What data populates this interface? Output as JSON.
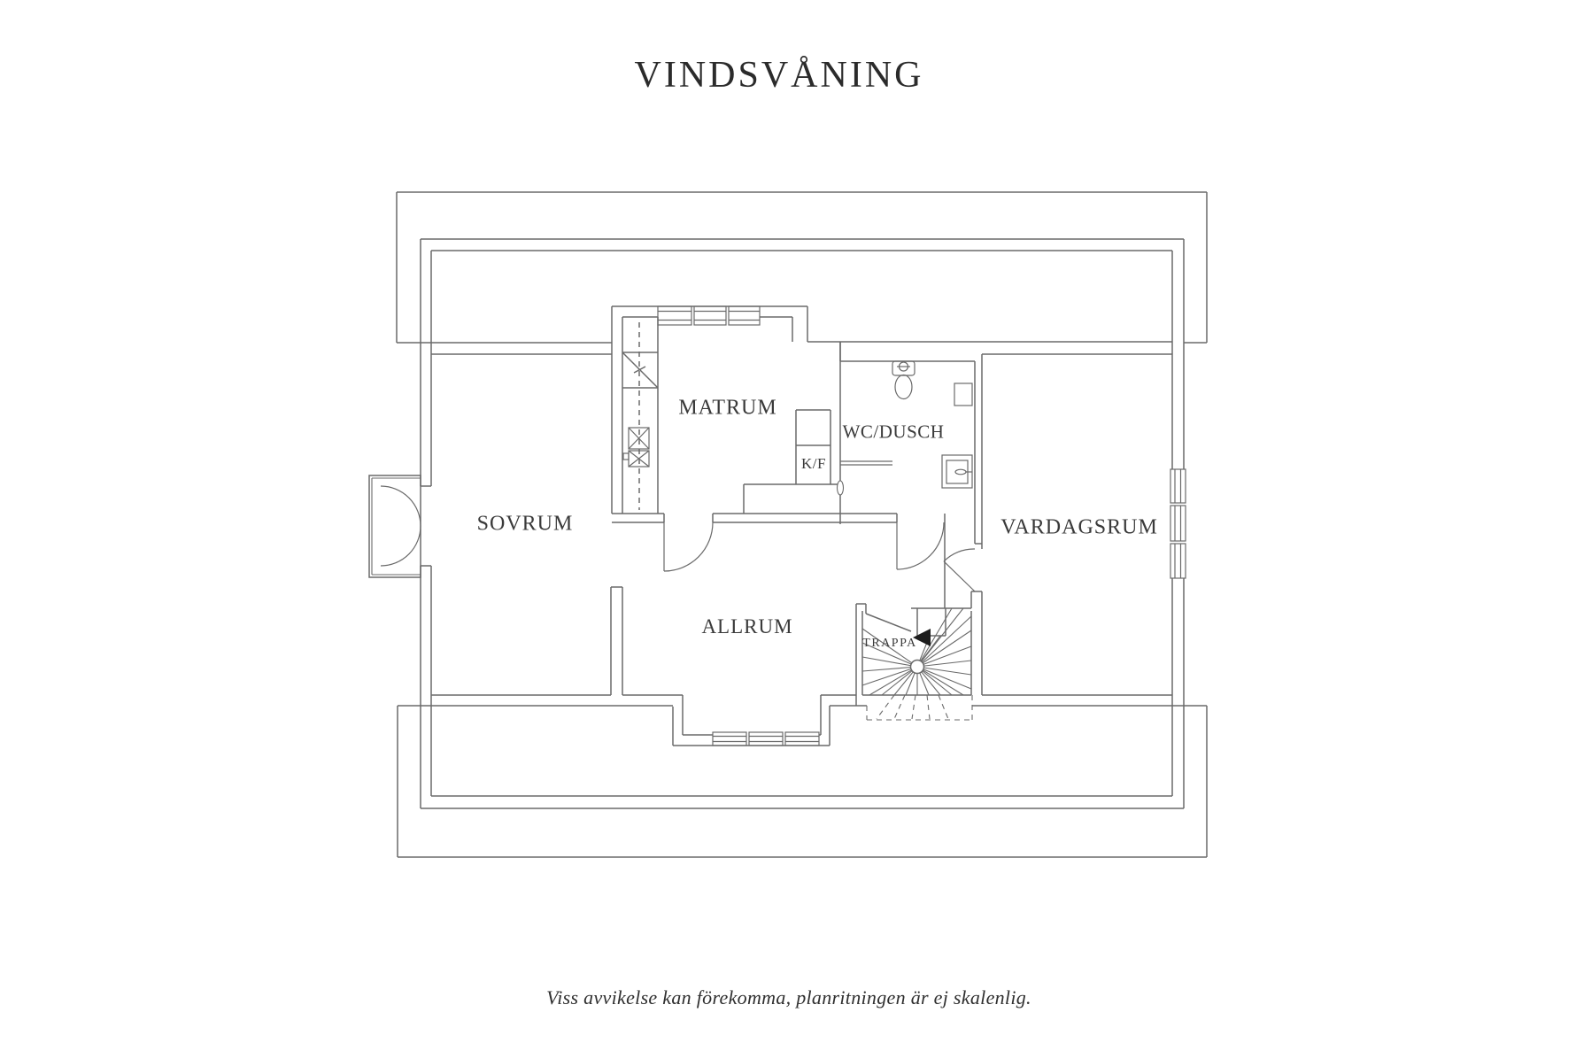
{
  "header": {
    "title": "VINDSVÅNING"
  },
  "footer": {
    "disclaimer": "Viss avvikelse kan förekomma, planritningen är ej skalenlig."
  },
  "floorplan": {
    "rooms": {
      "sovrum": "SOVRUM",
      "matrum": "MATRUM",
      "wc_dusch": "WC/DUSCH",
      "kf": "K/F",
      "vardagsrum": "VARDAGSRUM",
      "allrum": "ALLRUM",
      "trappa": "TRAPPA"
    },
    "fixtures": {
      "toilet": "toilet-icon",
      "washbasin": "washbasin-icon",
      "wall_cabinet": "cabinet-icon",
      "shower_partition": "shower-partition",
      "stairs": "winder-stairs-icon",
      "direction_arrow": "stairs-direction-arrow-icon",
      "balcony_doors": "french-doors-icon",
      "ventilation": "vent-shaft-icon",
      "windows_north": "window-icons",
      "windows_east": "window-icons",
      "windows_south": "window-icons"
    },
    "colors": {
      "line": "#6a6a6a",
      "text": "#3a3a3a",
      "background": "#ffffff"
    }
  }
}
